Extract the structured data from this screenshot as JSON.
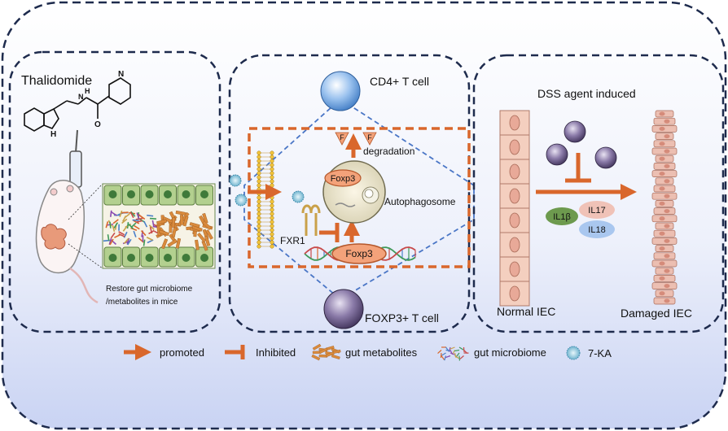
{
  "panels": {
    "left": {
      "title": "Thalidomide",
      "caption_line1": "Restore gut microbiome",
      "caption_line2": "/metabolites in mice"
    },
    "middle": {
      "cd4_label": "CD4+ T cell",
      "foxp3_cell_label": "FOXP3+ T cell",
      "fxr1_label": "FXR1",
      "foxp3_lower": "Foxp3",
      "foxp3_upper": "Foxp3",
      "autophagosome_label": "Autophagosome",
      "degradation_label": "degradation",
      "fragment_label": "F"
    },
    "right": {
      "title": "DSS agent induced",
      "normal_label": "Normal IEC",
      "damaged_label": "Damaged IEC",
      "cytokines": [
        "IL1β",
        "IL17",
        "IL18"
      ]
    }
  },
  "legend": {
    "promoted": "promoted",
    "inhibited": "Inhibited",
    "metabolites": "gut metabolites",
    "microbiome": "gut microbiome",
    "ka": "7-KA"
  },
  "colors": {
    "arrow_orange": "#d9672c",
    "panel_border": "#1e2b4d",
    "bg_top": "#ffffff",
    "bg_bottom": "#cfd8f5",
    "cell_fill": "#f2cfc2",
    "villus_green": "#a8c88a",
    "foxp3_fill": "#f3a27a",
    "cd4_blue": "#8fb8e8",
    "treg_purple": "#7a6a96"
  }
}
